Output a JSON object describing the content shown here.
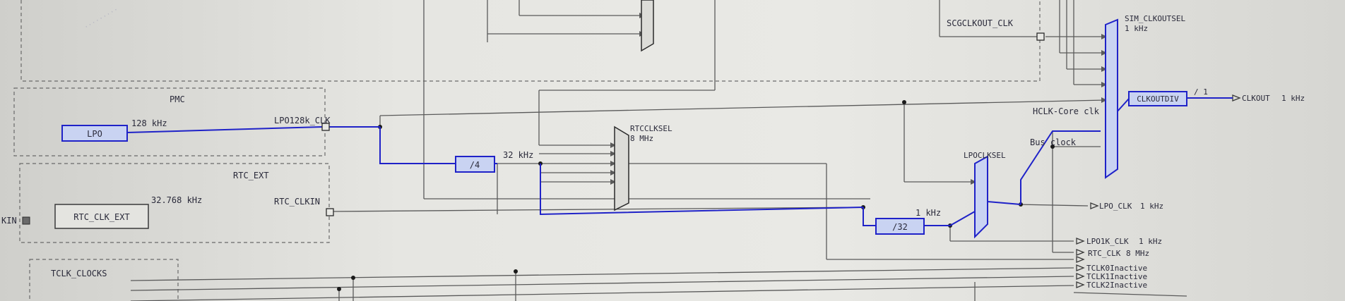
{
  "colors": {
    "wire": "#5a5a5a",
    "clock_path": "#1f22c8",
    "block_fill": "#c9d3f2",
    "group_border": "#6a6a6a"
  },
  "groups": {
    "pmc": "PMC",
    "rtc_ext": "RTC_EXT",
    "tclk": "TCLK_CLOCKS"
  },
  "blocks": {
    "lpo": "LPO",
    "rtc_clk_ext": "RTC_CLK_EXT",
    "div4": "/4",
    "div32": "/32",
    "clkoutdiv": "CLKOUTDIV"
  },
  "mux": {
    "rtcclksel": "RTCCLKSEL",
    "lpoclksel": "LPOCLKSEL",
    "sim_clkoutsel": "SIM_CLKOUTSEL"
  },
  "nets": {
    "lpo128k_clk": "LPO128k_CLK",
    "rtc_clkin": "RTC_CLKIN",
    "scgclkout_clk": "SCGCLKOUT_CLK",
    "hclk_core_clk": "HCLK-Core clk",
    "bus_clock": "Bus clock"
  },
  "freqs": {
    "lpo": "128 kHz",
    "rtc_ext": "32.768 kHz",
    "div4_out": "32 kHz",
    "rtcclksel": "8 MHz",
    "div32_out": "1 kHz",
    "sim_clkoutsel": "1 kHz",
    "clkout": "1 kHz",
    "clkoutdiv_ratio": "/ 1"
  },
  "outputs": {
    "clkout": "CLKOUT",
    "lpo_clk": "LPO_CLK",
    "lpo_clk_freq": "1 kHz",
    "lpo1k_clk": "LPO1K_CLK",
    "lpo1k_clk_freq": "1 kHz",
    "rtc_clk": "RTC_CLK",
    "rtc_clk_freq": "8 MHz",
    "tclk0": "TCLK0Inactive",
    "tclk1": "TCLK1Inactive",
    "tclk2": "TCLK2Inactive"
  },
  "input_pin": {
    "label": "KIN"
  }
}
